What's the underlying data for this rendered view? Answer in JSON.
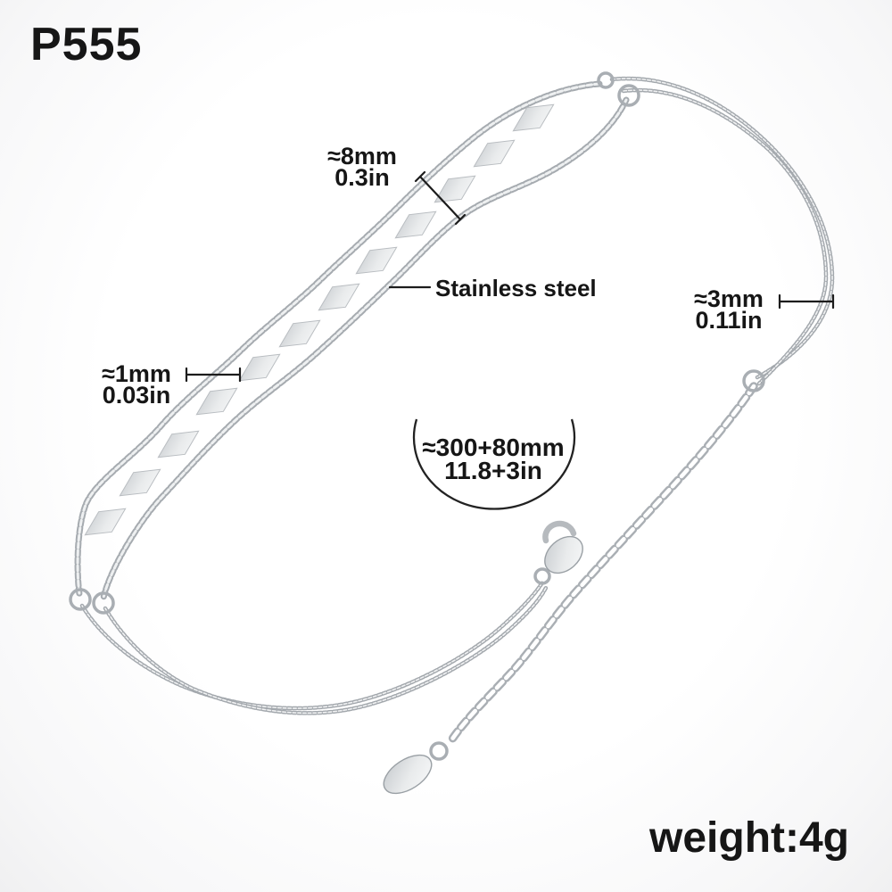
{
  "product": {
    "code": "P555",
    "weight_text": "weight:4g"
  },
  "labels": {
    "material": "Stainless steel",
    "charm_size_mm": "≈8mm",
    "charm_size_in": "0.3in",
    "wire_mm": "≈1mm",
    "wire_in": "0.03in",
    "chain_width_mm": "≈3mm",
    "chain_width_in": "0.11in",
    "length_mm": "≈300+80mm",
    "length_in": "11.8+3in"
  },
  "colors": {
    "text": "#161616",
    "silver": "#a6abb0",
    "silver_highlight": "#eef0f1",
    "background": "#ffffff"
  }
}
